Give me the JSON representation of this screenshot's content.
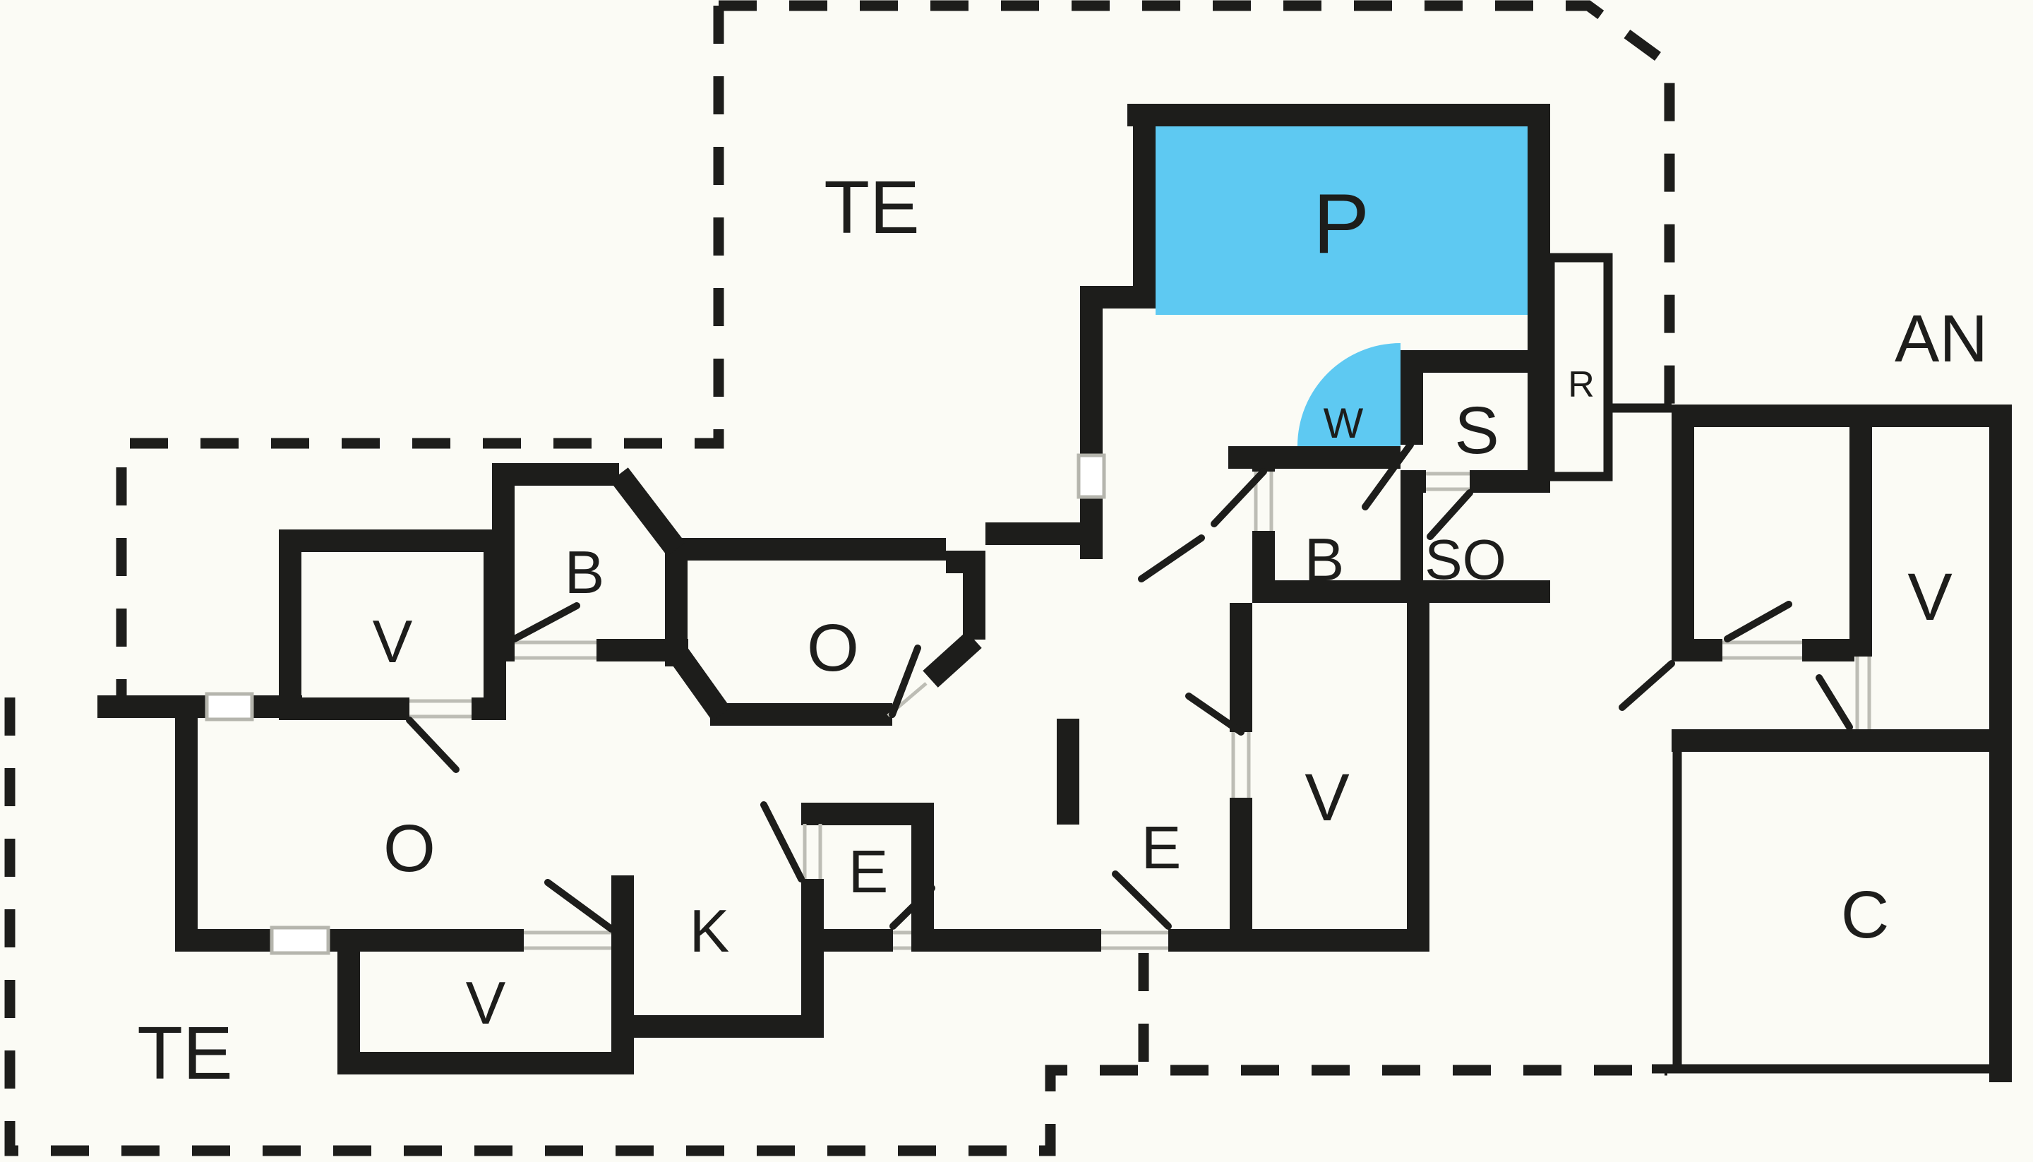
{
  "plan": {
    "title": "holiday-house floor plan",
    "colors": {
      "background": "#fbfbf5",
      "wall": "#1d1d1b",
      "pool": "#5ec9f2"
    },
    "labels": {
      "terrace_top": "TE",
      "terrace_bottom": "TE",
      "pool_room": "P",
      "whirlpool": "W",
      "sauna": "S",
      "tech_room": "R",
      "shower": "SO",
      "bath_right": "B",
      "bedroom_mid": "V",
      "entry_right": "E",
      "entry_left": "E",
      "kitchen": "K",
      "dining": "O",
      "bath_left": "B",
      "bedroom_left": "V",
      "living": "O",
      "bedroom_bottom": "V",
      "annex": "AN",
      "bedroom_annex": "V",
      "carport": "C"
    }
  }
}
